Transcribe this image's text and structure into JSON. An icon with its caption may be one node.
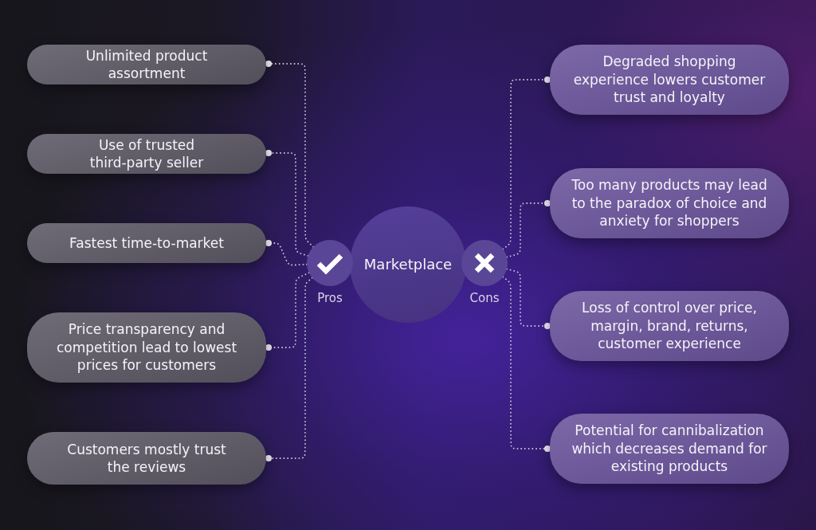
{
  "diagram": {
    "nodes": [
      {
        "text": [
          "Marketplace"
        ]
      },
      {
        "text": [
          "Pros"
        ]
      },
      {
        "text": [
          "Cons"
        ]
      },
      {
        "text": [
          "Unlimited product assortment"
        ]
      },
      {
        "text": [
          "Use of trusted third-party seller"
        ]
      },
      {
        "text": [
          "Fastest time-to-market"
        ]
      },
      {
        "text": [
          "Price transparency and competition lead to lowest prices for customers"
        ]
      },
      {
        "text": [
          "Customers mostly trust the reviews"
        ]
      },
      {
        "text": [
          "Degraded shopping experience lowers customer trust and loyalty"
        ]
      },
      {
        "text": [
          "Too many products may lead to the paradox of choice and anxiety for shoppers"
        ]
      },
      {
        "text": [
          "Loss of control over price, margin, brand, returns, customer experience"
        ]
      },
      {
        "text": [
          "Potential for cannibalization which decreases demand for existing products"
        ]
      }
    ],
    "edges": [
      {
        "from": 1,
        "to": 3,
        "arrow": "other",
        "style": "dashed"
      },
      {
        "from": 1,
        "to": 4,
        "arrow": "other",
        "style": "dashed"
      },
      {
        "from": 1,
        "to": 5,
        "arrow": "other",
        "style": "dashed"
      },
      {
        "from": 1,
        "to": 6,
        "arrow": "other",
        "style": "dashed"
      },
      {
        "from": 1,
        "to": 7,
        "arrow": "other",
        "style": "dashed"
      },
      {
        "from": 2,
        "to": 8,
        "arrow": "other",
        "style": "dashed"
      },
      {
        "from": 2,
        "to": 9,
        "arrow": "other",
        "style": "dashed"
      },
      {
        "from": 2,
        "to": 10,
        "arrow": "other",
        "style": "dashed"
      },
      {
        "from": 2,
        "to": 11,
        "arrow": "other",
        "style": "dashed"
      }
    ]
  }
}
